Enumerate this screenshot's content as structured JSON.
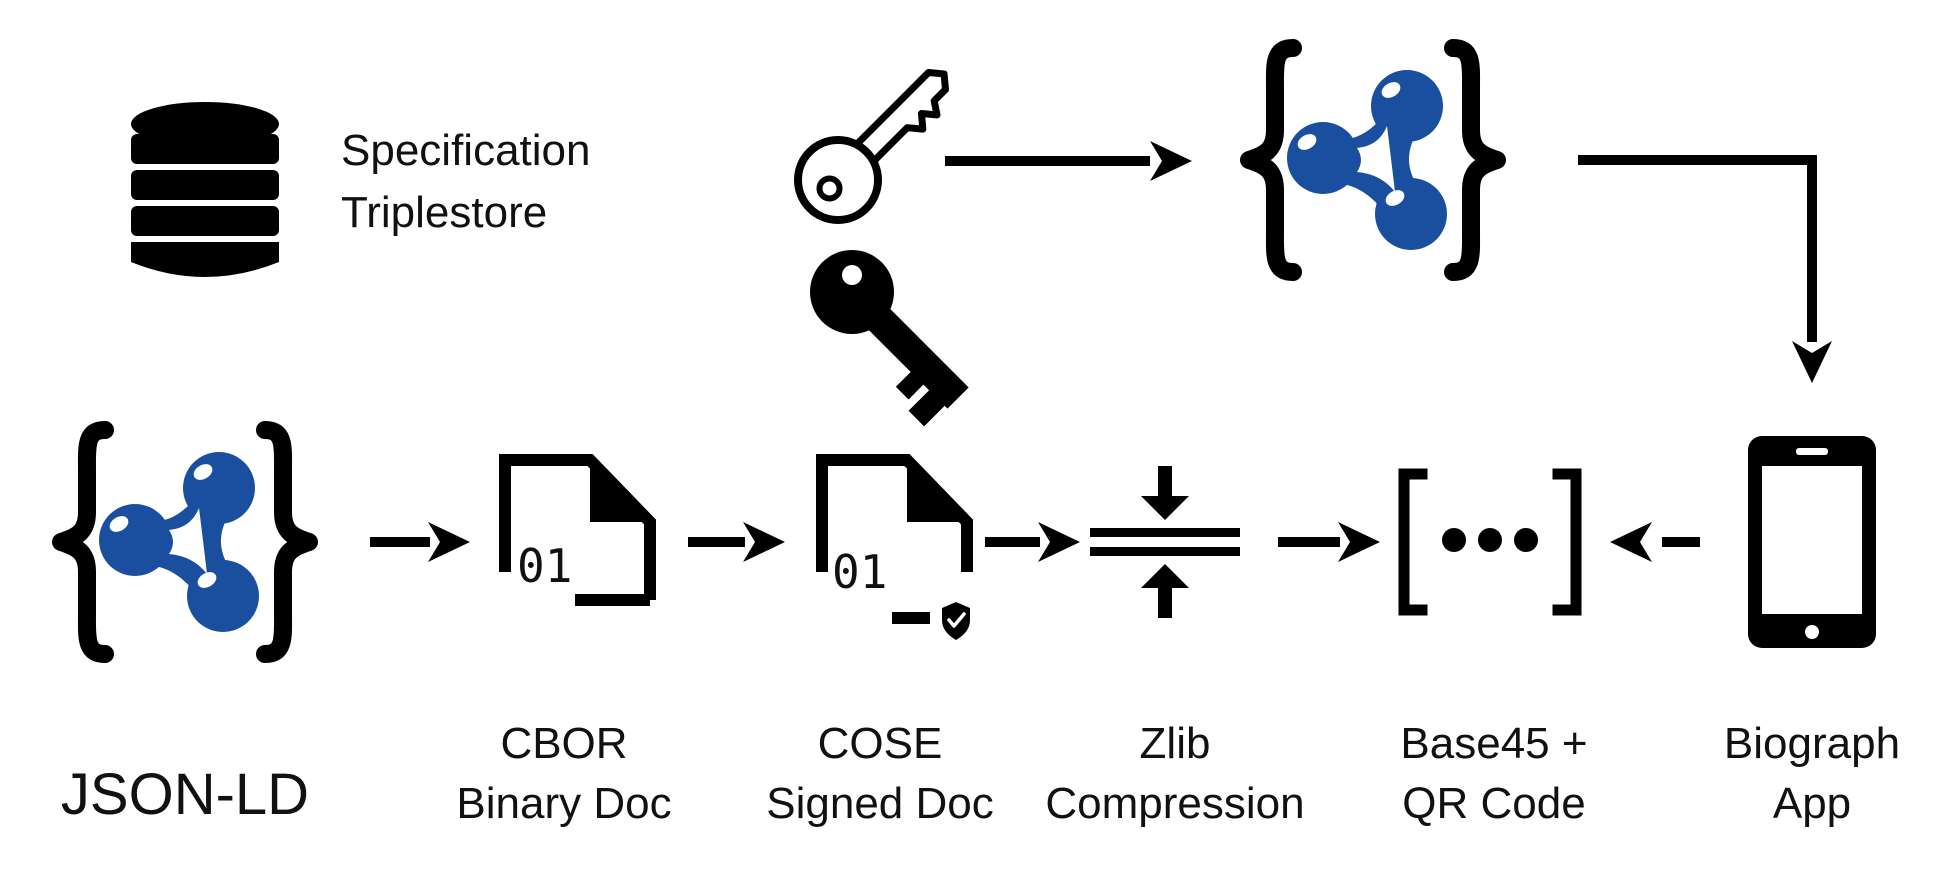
{
  "colors": {
    "accent": "#1a4fa0",
    "ink": "#000000",
    "text": "#111111",
    "background": "#ffffff"
  },
  "triplestore": {
    "icon": "database-icon",
    "label_line1": "Specification",
    "label_line2": "Triplestore"
  },
  "keys": {
    "public_key_icon": "key-outline-icon",
    "private_key_icon": "key-solid-icon"
  },
  "top_jsonld": {
    "icon": "json-ld-icon"
  },
  "pipeline": [
    {
      "id": "json-ld",
      "icon": "json-ld-icon",
      "label_line1": "JSON-LD",
      "label_line2": ""
    },
    {
      "id": "cbor",
      "icon": "binary-document-icon",
      "icon_text": "01",
      "label_line1": "CBOR",
      "label_line2": "Binary Doc"
    },
    {
      "id": "cose",
      "icon": "signed-document-icon",
      "icon_text": "01",
      "label_line1": "COSE",
      "label_line2": "Signed Doc"
    },
    {
      "id": "zlib",
      "icon": "compression-icon",
      "label_line1": "Zlib",
      "label_line2": "Compression"
    },
    {
      "id": "base45",
      "icon": "bracket-ellipsis-icon",
      "label_line1": "Base45 +",
      "label_line2": "QR Code"
    },
    {
      "id": "app",
      "icon": "smartphone-icon",
      "label_line1": "Biograph",
      "label_line2": "App"
    }
  ]
}
